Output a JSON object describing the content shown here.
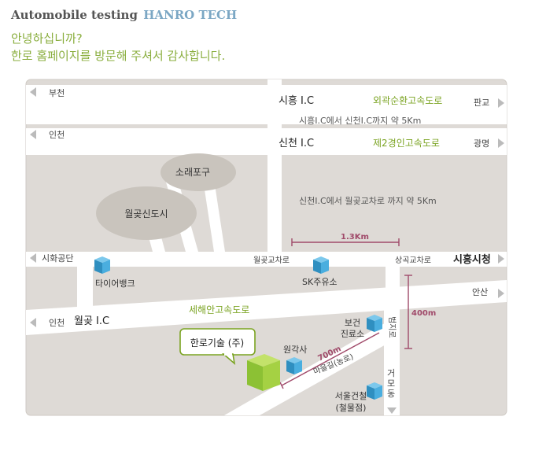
{
  "header": {
    "brand_prefix": "Automobile testing",
    "brand_name": "HANRO TECH"
  },
  "greeting": {
    "line1": "안녕하십니까?",
    "line2": "한로 홈페이지를 방문해 주셔서 감사합니다."
  },
  "map": {
    "directions": {
      "bucheon": "부천",
      "pangyo": "판교",
      "incheon": "인천",
      "gwangmyeong": "광명",
      "sihwa": "시화공단",
      "siheung_hall": "시흥시청",
      "incheon2": "인천",
      "ansan": "안산",
      "geomodong": "거모동"
    },
    "ic": {
      "siheung": "시흥 I.C",
      "sincheon": "신천 I.C",
      "wolgot": "월곶 I.C"
    },
    "expressways": {
      "outer_ring": "외곽순환고속도로",
      "second_gyeongin": "제2경인고속도로",
      "sehaean": "세해안고속도로"
    },
    "notes": {
      "siheung_to_sincheon": "시흥I.C에서 신천I.C까지 약 5Km",
      "sincheon_to_wolgot": "신천I.C에서 월곶교차로 까지 약 5Km"
    },
    "areas": {
      "sorae": "소래포구",
      "wolgot_city": "월곶신도시"
    },
    "intersections": {
      "wolgot": "월곶교차로",
      "sanggok": "상곡교차로",
      "maeul": "마을길(농로)"
    },
    "landmarks": {
      "tire_bank": "타이어뱅크",
      "sk": "SK주유소",
      "clinic": "보건진료소",
      "wongaksa": "원각사",
      "seoul_steel_1": "서울건철",
      "seoul_steel_2": "(철물점)"
    },
    "destination": "한로기술 (주)",
    "distances": {
      "d1": "1.3Km",
      "d2": "400m",
      "d3": "700m"
    },
    "colors": {
      "expressway": "#7aa321",
      "distance": "#a04a6a",
      "destination": "#8cc134",
      "landmark": "#3b9fd0"
    }
  }
}
